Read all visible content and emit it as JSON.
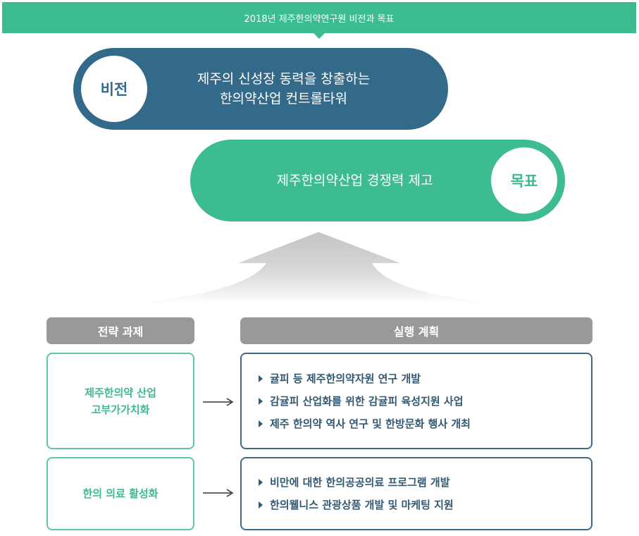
{
  "title": "2018년 제주한의약연구원 비전과 목표",
  "vision": {
    "label": "비전",
    "text_line1": "제주의 신성장 동력을 창출하는",
    "text_line2": "한의약산업 컨트롤타워"
  },
  "goal": {
    "label": "목표",
    "text": "제주한의약산업 경쟁력 제고"
  },
  "headers": {
    "strategy": "전략 과제",
    "plan": "실행 계획"
  },
  "rows": [
    {
      "task_line1": "제주한의약 산업",
      "task_line2": "고부가가치화",
      "plans": [
        "귤피 등 제주한의약자원 연구 개발",
        "감귤피 산업화를 위한 감귤피 육성지원 사업",
        "제주 한의약 역사 연구 및 한방문화 행사 개최"
      ]
    },
    {
      "task_line1": "한의 의료 활성화",
      "task_line2": "",
      "plans": [
        "비만에 대한 한의공공의료 프로그램 개발",
        "한의웰니스 관광상품 개발 및 마케팅 지원"
      ]
    }
  ],
  "colors": {
    "green": "#3dbb93",
    "navy": "#336a8a",
    "gray": "#999999"
  }
}
